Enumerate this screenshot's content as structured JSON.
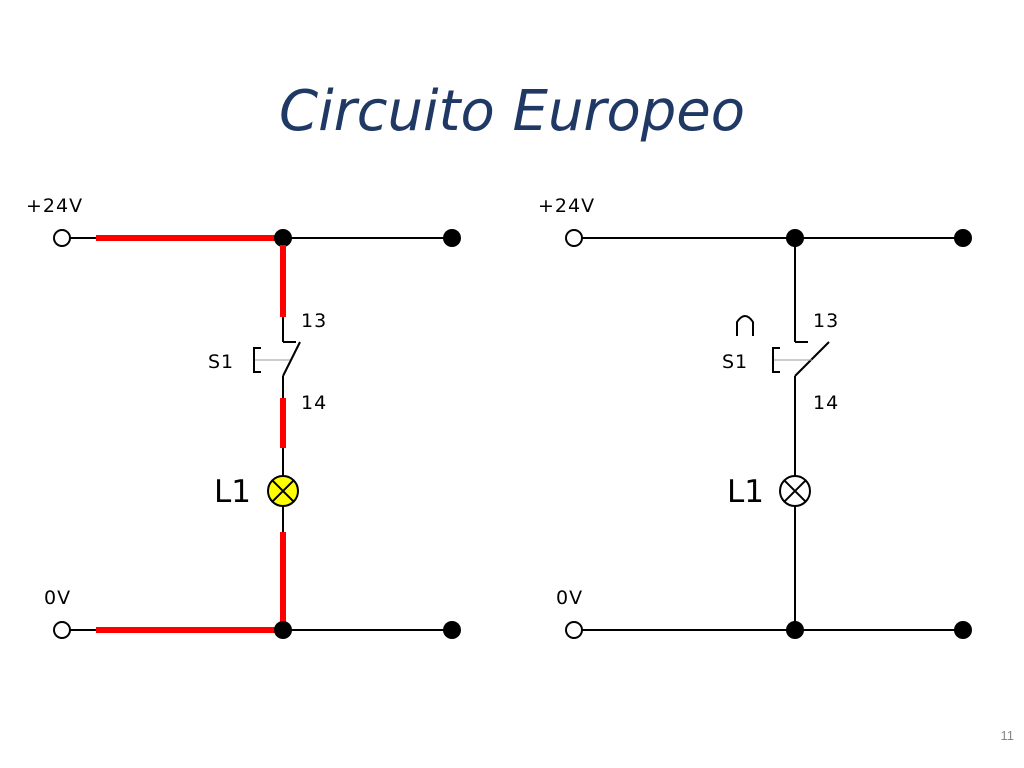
{
  "slide": {
    "title": "Circuito Europeo",
    "page_number": "11"
  },
  "colors": {
    "title": "#1f3864",
    "active_wire": "#ff0000",
    "lamp_on": "#ffff00",
    "wire": "#000000"
  },
  "circuits": [
    {
      "state": "energized",
      "supply_label": "+24V",
      "ground_label": "0V",
      "switch_label": "S1",
      "terminal_top": "13",
      "terminal_bottom": "14",
      "lamp_label": "L1",
      "lamp_lit": true
    },
    {
      "state": "idle",
      "supply_label": "+24V",
      "ground_label": "0V",
      "switch_label": "S1",
      "terminal_top": "13",
      "terminal_bottom": "14",
      "lamp_label": "L1",
      "lamp_lit": false,
      "pushbutton_symbol": "pushbutton-actuator-icon"
    }
  ]
}
